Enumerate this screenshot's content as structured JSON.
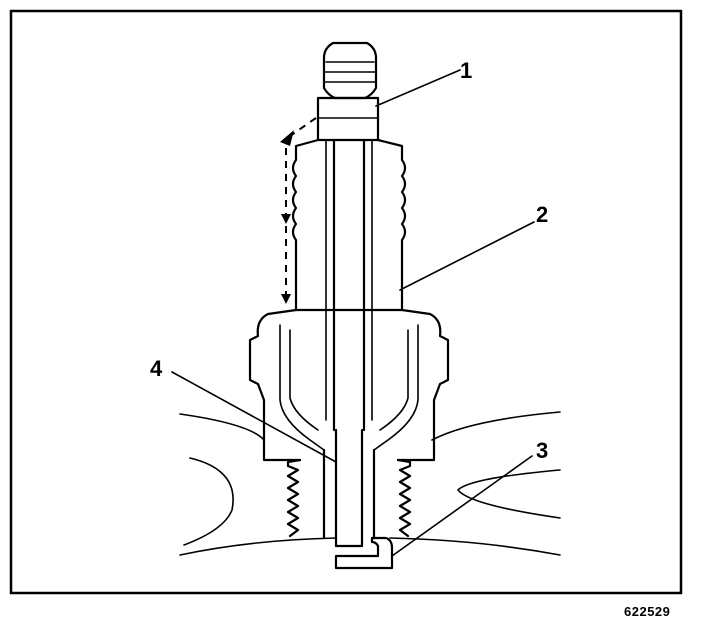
{
  "callouts": [
    {
      "number": "1",
      "part": ""
    },
    {
      "number": "2",
      "part": ""
    },
    {
      "number": "3",
      "part": ""
    },
    {
      "number": "4",
      "part": ""
    }
  ],
  "figure_id": "622529",
  "colors": {
    "ink": "#000000",
    "background": "#ffffff"
  }
}
